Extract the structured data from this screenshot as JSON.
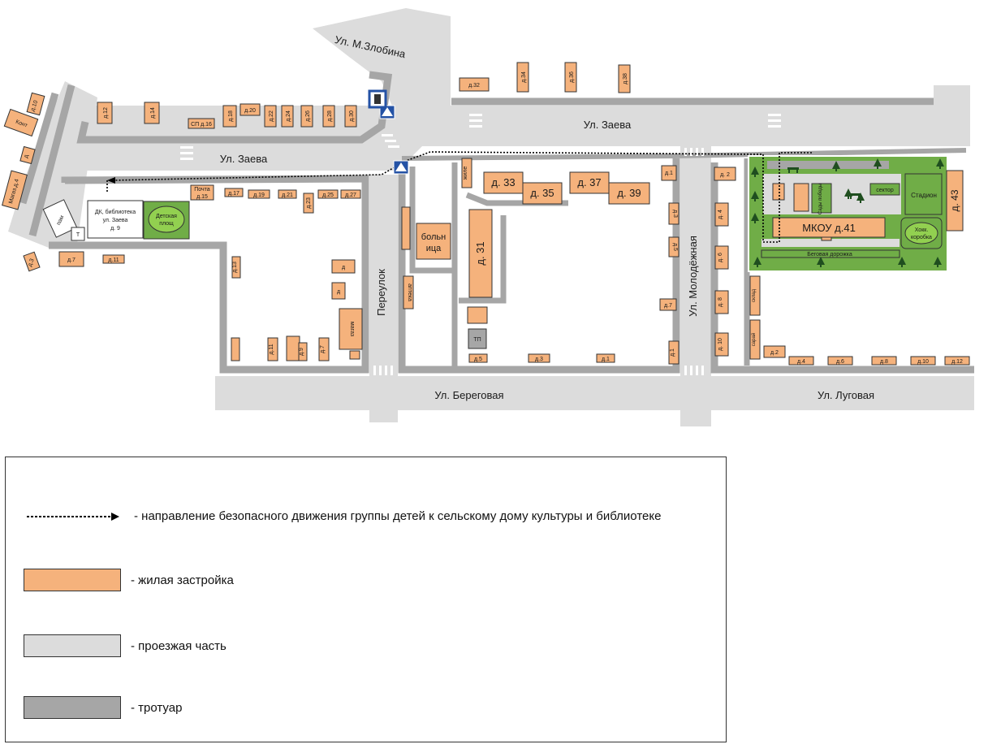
{
  "colors": {
    "road": "#dcdcdc",
    "sidewalk": "#a6a6a6",
    "building": "#f5b27c",
    "green": "#70ad47",
    "route": "#000000"
  },
  "streets": {
    "zlobina": "Ул. М.Злобина",
    "zaeva_left": "Ул. Заева",
    "zaeva_right": "Ул. Заева",
    "pereulok": "Переулок",
    "molodezhnaya": "Ул. Молодёжная",
    "beregovaya": "Ул. Береговая",
    "lugovaya": "Ул. Луговая"
  },
  "buildings": {
    "d10a": "д.10",
    "kont": "Конт",
    "d0": "д",
    "magaz4": "Магаз.д.4",
    "d12": "д.12",
    "d14": "д.14",
    "sp16": "СП д.16",
    "d18": "д.18",
    "d20": "д.20",
    "d22": "д.22",
    "d24": "д.24",
    "d26": "д.26",
    "d28": "д.28",
    "d30": "д.30",
    "d32": "д.32",
    "d34": "д.34",
    "d36": "д.36",
    "d38": "д.38",
    "pochta": "Почта",
    "d15": "д.15",
    "d17": "д.17",
    "d19": "д.19",
    "d21": "д.21",
    "d23": "д.23",
    "d25": "д.25",
    "d27": "д.27",
    "pam": "пам",
    "dk1": "ДК, библиотека",
    "dk2": "ул. Заева",
    "dk3": "д. 9",
    "park1": "Детская",
    "park2": "площ",
    "t": "Т",
    "d3l": "д.3",
    "d7l": "д.7",
    "d11l": "д.11",
    "d13": "д.13",
    "dA1": "д",
    "dA2": "д",
    "magaz": "магаз",
    "d11b": "д.11",
    "d9b": "д.9",
    "d7b": "д.7",
    "zhile": "жиле",
    "bolnica1": "больн",
    "bolnica2": "ица",
    "apteka": "аптека",
    "d33": "д. 33",
    "d35": "д. 35",
    "d37": "д. 37",
    "d39": "д. 39",
    "d31": "д. 31",
    "tp": "ТП",
    "d5s": "д.5",
    "d3s": "д.3",
    "d1s": "д.1",
    "m1": "д.1",
    "m3": "д.3",
    "m5": "д.5",
    "m7": "д.7",
    "m1b": "д.1",
    "r2": "д. 2",
    "r4": "д. 4",
    "r6": "д. 6",
    "r8": "д. 8",
    "r10": "д. 10",
    "sklad1": "склад",
    "sklad2": "сарай",
    "l2": "д.2",
    "l4": "д.4",
    "l6": "д.6",
    "l8": "д.8",
    "l10": "д.10",
    "l12": "д.12",
    "mkou": "МКОУ д.41",
    "d43": "д. 43",
    "sadpob": "Сады победы",
    "sektor": "сектор",
    "stadion": "Стадион",
    "hokkey1": "Хокк.",
    "hokkey2": "коробка",
    "dorozhka": "Беговая дорожка"
  },
  "legend": {
    "route": "- направление безопасного движения группы детей к сельскому дому культуры и библиотеке",
    "residential": "- жилая застройка",
    "roadway": "- проезжая часть",
    "sidewalk": "- тротуар"
  }
}
